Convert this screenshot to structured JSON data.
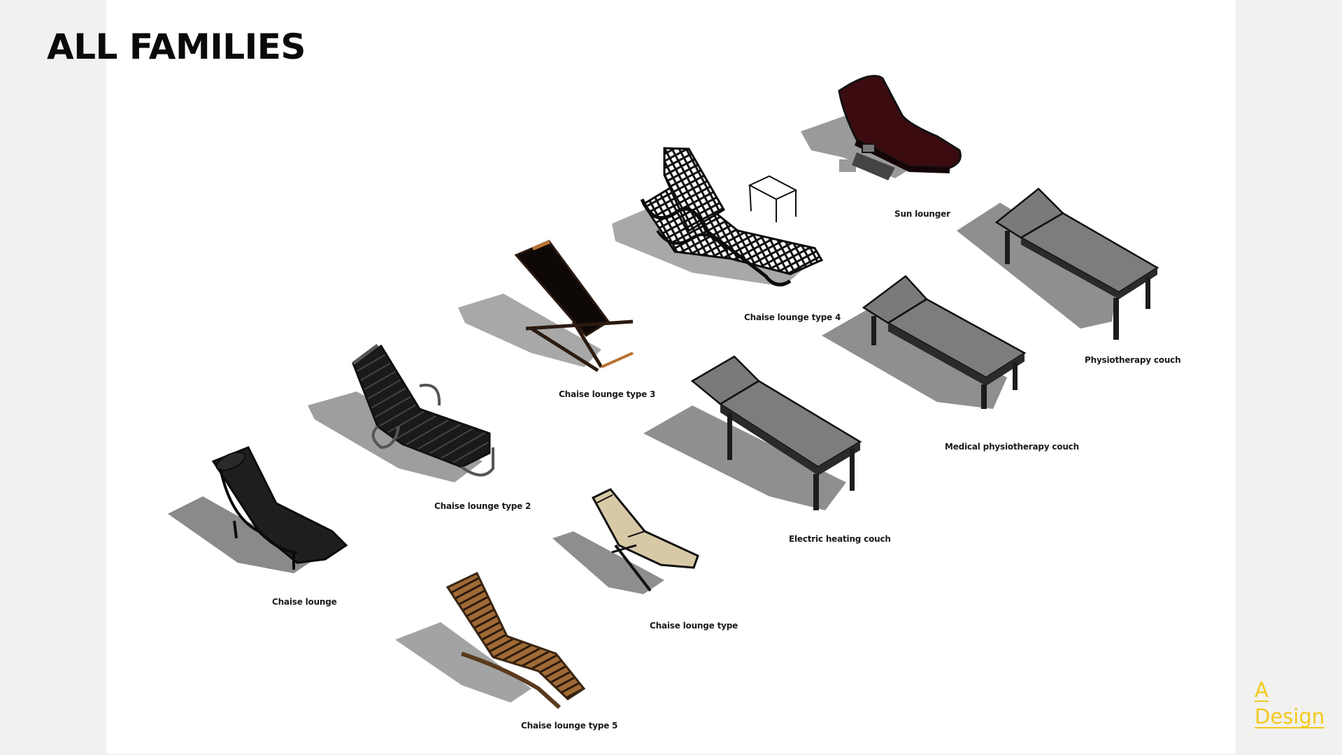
{
  "page": {
    "title": "ALL FAMILIES"
  },
  "logo": {
    "line1": "A",
    "line2": "Design",
    "color": "#f4c91c"
  },
  "families": [
    {
      "id": "sun-lounger",
      "label": "Sun lounger",
      "color": "#3b0b10"
    },
    {
      "id": "chaise-lounge-type-4",
      "label": "Chaise lounge type 4",
      "color": "#111111"
    },
    {
      "id": "physiotherapy-couch",
      "label": "Physiotherapy couch",
      "color": "#7d7d7d"
    },
    {
      "id": "medical-physiotherapy-couch",
      "label": "Medical physiotherapy couch",
      "color": "#7d7d7d"
    },
    {
      "id": "chaise-lounge-type-3",
      "label": "Chaise lounge type 3",
      "color": "#1a0f0a"
    },
    {
      "id": "electric-heating-couch",
      "label": "Electric heating couch",
      "color": "#7d7d7d"
    },
    {
      "id": "chaise-lounge-type-2",
      "label": "Chaise lounge type 2",
      "color": "#161616"
    },
    {
      "id": "chaise-lounge",
      "label": "Chaise lounge",
      "color": "#1e1e1e"
    },
    {
      "id": "chaise-lounge-type",
      "label": "Chaise lounge type",
      "color": "#d8c9a6"
    },
    {
      "id": "chaise-lounge-type-5",
      "label": "Chaise lounge type 5",
      "color": "#8a5a2b"
    }
  ]
}
